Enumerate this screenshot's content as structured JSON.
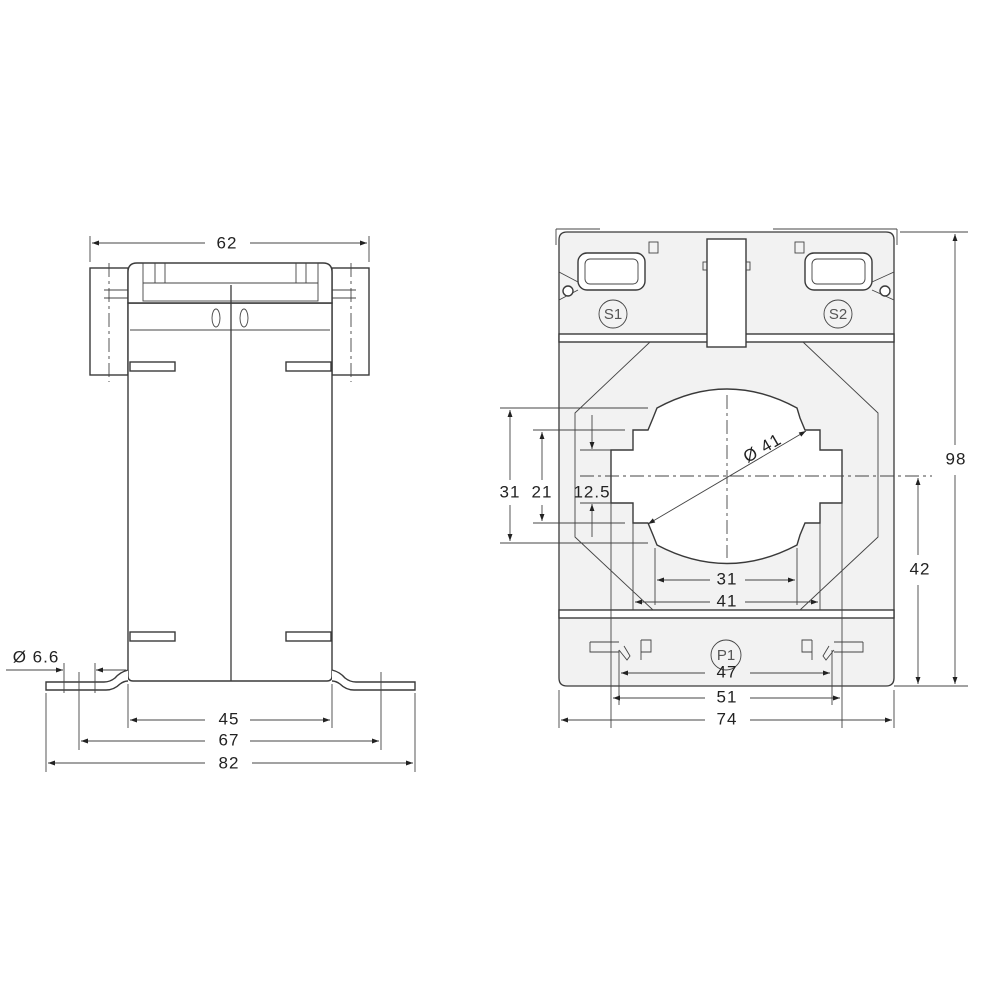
{
  "drawing": {
    "side_view": {
      "dimensions": {
        "top_width": "62",
        "hole_diameter": "Ø 6.6",
        "body_width": "45",
        "hole_spacing": "67",
        "base_width": "82"
      }
    },
    "front_view": {
      "terminal_labels": {
        "s1": "S1",
        "s2": "S2",
        "p1": "P1"
      },
      "dimensions": {
        "window_height_outer": "31",
        "window_height_inner": "21",
        "window_step": "12.5",
        "window_diameter": "Ø 41",
        "window_width_inner": "31",
        "window_width_outer": "41",
        "center_height": "42",
        "total_height": "98",
        "slot_inner": "47",
        "slot_outer": "51",
        "total_width": "74"
      }
    }
  }
}
